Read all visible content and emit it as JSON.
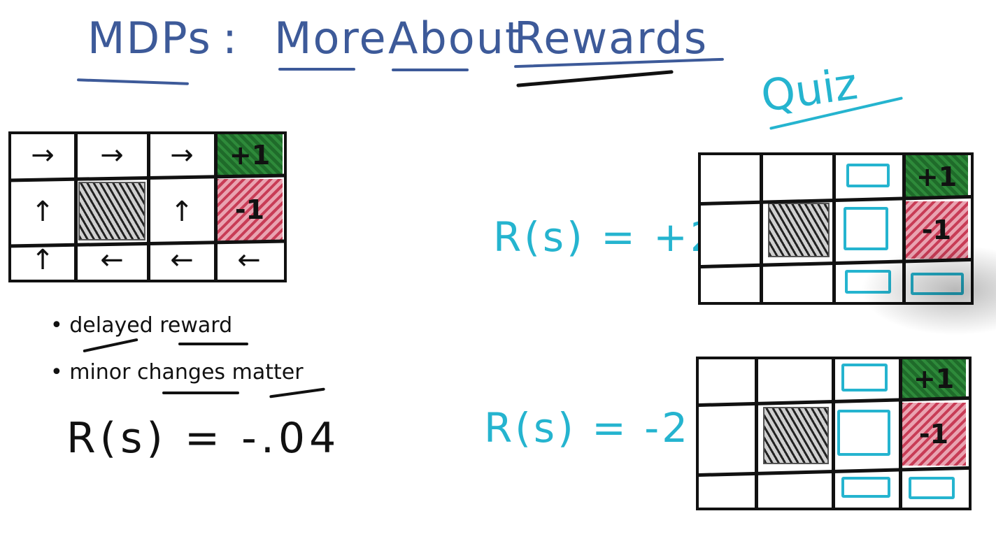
{
  "title": {
    "part1": "MDPs",
    "colon": ":",
    "part2": "More",
    "part3": "About",
    "part4": "Rewards"
  },
  "quiz": {
    "label": "Quiz"
  },
  "main_grid": {
    "terminal_positive": "+1",
    "terminal_negative": "-1",
    "row1": [
      "→",
      "→",
      "→"
    ],
    "row2": [
      "↑",
      "↑"
    ],
    "row3": [
      "↑",
      "←",
      "←",
      "←"
    ]
  },
  "quiz_grid_top": {
    "terminal_positive": "+1",
    "terminal_negative": "-1"
  },
  "quiz_grid_bottom": {
    "terminal_positive": "+1",
    "terminal_negative": "-1"
  },
  "notes": {
    "bullet1": "• delayed reward",
    "bullet2": "• minor changes matter"
  },
  "formula_main": "R(s) = -.04",
  "formula_quiz_top": "R(s) = +2",
  "formula_quiz_bottom": "R(s) = -2",
  "colors": {
    "title_blue": "#3d5a99",
    "quiz_cyan": "#25b4cf",
    "terminal_green": "#2e8a3a",
    "terminal_red": "#c83c56"
  }
}
